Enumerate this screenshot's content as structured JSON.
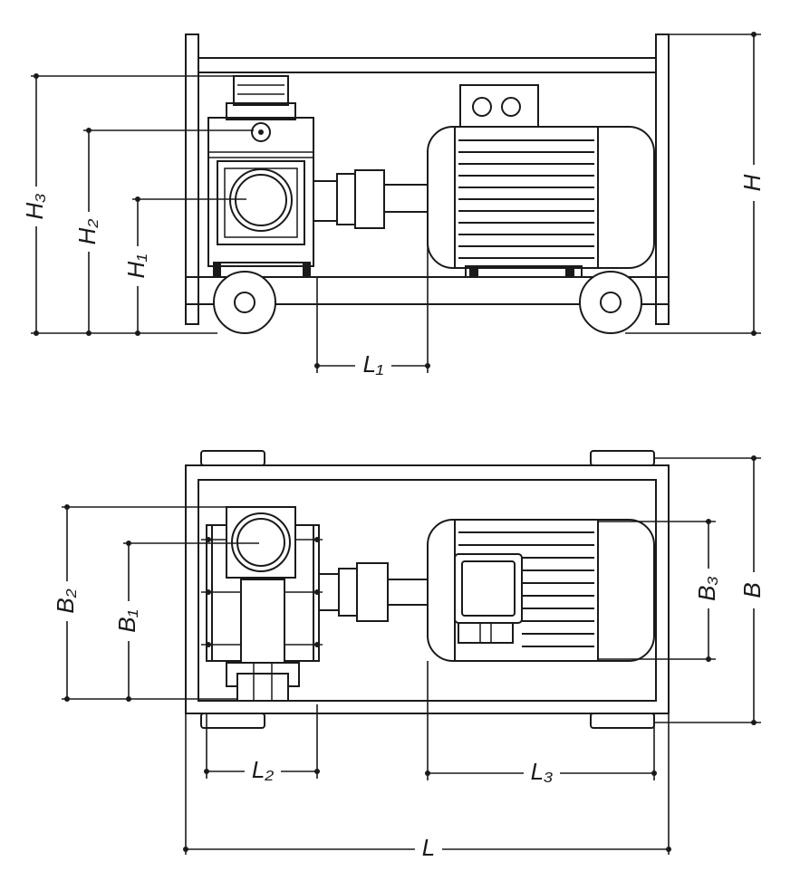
{
  "labels": {
    "H": "H",
    "H1": "H₁",
    "H2": "H₂",
    "H3": "H₃",
    "L": "L",
    "L1": "L₁",
    "L2": "L₂",
    "L3": "L₃",
    "B": "B",
    "B1": "B₁",
    "B2": "B₂",
    "B3": "B₃"
  },
  "colors": {
    "line": "#1a1a1a",
    "background": "#ffffff"
  }
}
